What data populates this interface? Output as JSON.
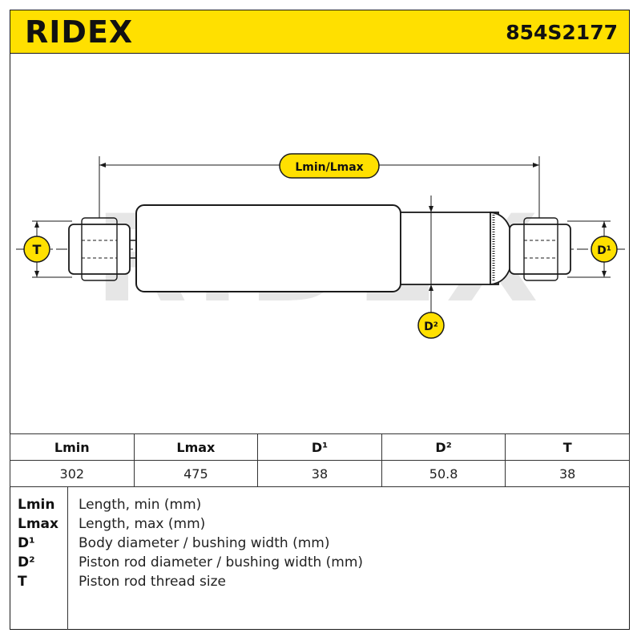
{
  "header": {
    "brand": "RIDEX",
    "part_number": "854S2177"
  },
  "drawing": {
    "watermark": "RIDEX",
    "labels": {
      "length": "Lmin/Lmax",
      "thread": "T",
      "body_diameter": "D¹",
      "rod_diameter": "D²"
    },
    "colors": {
      "accent": "#ffe000",
      "line": "#1a1a1a",
      "watermark": "#e6e6e6"
    }
  },
  "table": {
    "headers": [
      "Lmin",
      "Lmax",
      "D¹",
      "D²",
      "T"
    ],
    "values": [
      "302",
      "475",
      "38",
      "50.8",
      "38"
    ]
  },
  "legend": [
    {
      "key": "Lmin",
      "desc": "Length, min (mm)"
    },
    {
      "key": "Lmax",
      "desc": "Length, max (mm)"
    },
    {
      "key": "D¹",
      "desc": "Body diameter / bushing width (mm)"
    },
    {
      "key": "D²",
      "desc": "Piston rod diameter / bushing width (mm)"
    },
    {
      "key": "T",
      "desc": "Piston rod thread size"
    }
  ]
}
